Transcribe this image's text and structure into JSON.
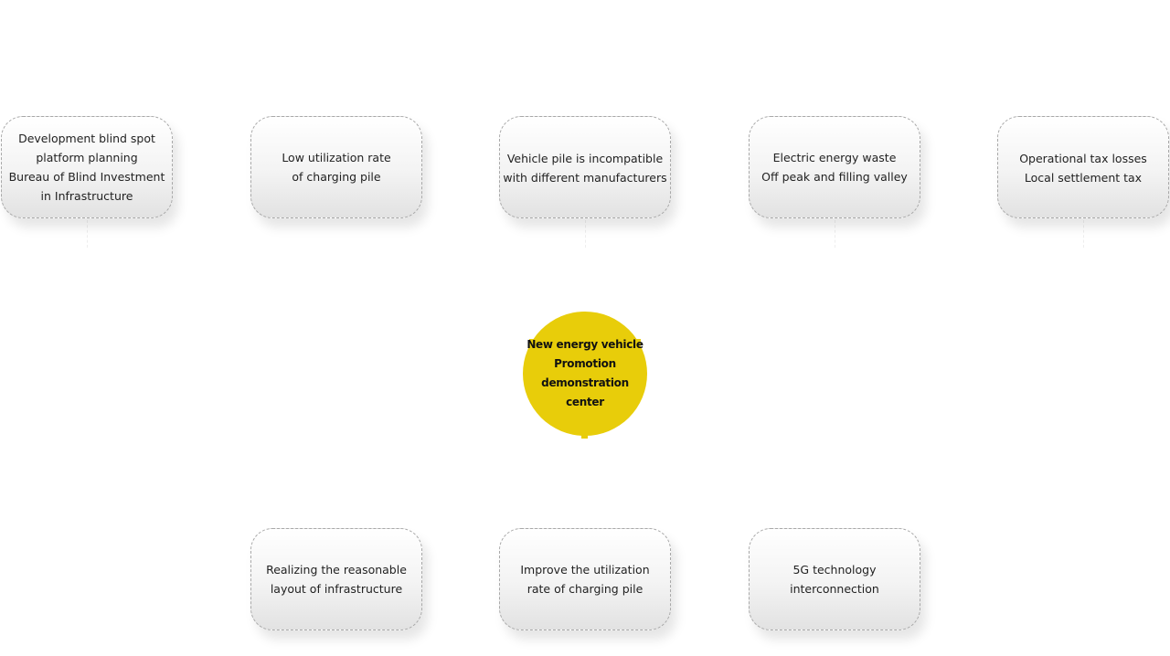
{
  "hub": {
    "lines": [
      "New energy vehicle",
      "Promotion",
      "demonstration center"
    ],
    "color": "#e8cd0a"
  },
  "top_nodes": [
    {
      "lines": [
        "Development blind spot",
        "platform planning",
        "Bureau of Blind Investment",
        "in Infrastructure"
      ]
    },
    {
      "lines": [
        "Low utilization rate",
        "of charging pile"
      ]
    },
    {
      "lines": [
        "Vehicle pile is incompatible",
        "with different manufacturers"
      ]
    },
    {
      "lines": [
        "Electric energy waste",
        "Off peak and filling valley"
      ]
    },
    {
      "lines": [
        "Operational tax losses",
        "Local settlement tax"
      ]
    }
  ],
  "bottom_nodes": [
    {
      "lines": [
        "Realizing the reasonable",
        "layout of infrastructure"
      ]
    },
    {
      "lines": [
        "Improve the utilization",
        "rate of charging pile"
      ]
    },
    {
      "lines": [
        "5G technology",
        "interconnection"
      ]
    }
  ]
}
